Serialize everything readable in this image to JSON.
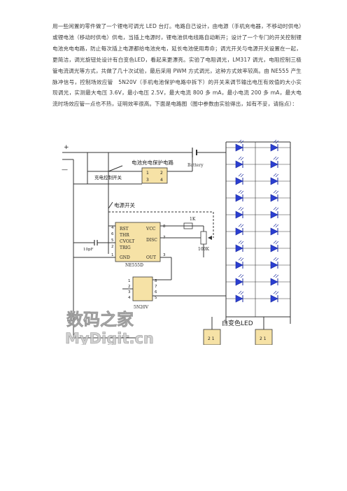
{
  "article": {
    "paragraph": "用一些闲置的零件做了一个锂电可调光 LED 台灯。电路自己设计，由电源（手机充电器，不移动时供电）或锂电池（移动时供电）供电，当插上电源时，锂电池供电线路自动断开；设计了一个专门的开关控制锂电池充电电路，防止每次插上电源都给电池充电，延长电池使用寿命；调光开关与电源开关设置在一起，更简洁，调光旋钮处设计有白变色LED，看起来更漂亮。实验了电阻调光，LM317 调光，电阻控制三极管电流调光等方式，共做了几十次试验，最后采用 PWM 方式调光，这种方式效率较高。由 NE555 产生脉冲信号，控制场效应管　5N20V（手机电池保护电路中拆下）的开关来调节输出电压有效值的大小实现调光，实测最大电压 3.6V，最小电压 2.5V，最大电流 800 多 mA，最小电流 200 多 mA，最大电流时场效应管一点也不热，证明效率很高。下面是电路图（图中参数由实验得出，如有不妥，请指点）："
  },
  "schematic": {
    "plus": "+",
    "minus": "—",
    "battery_protect": "电池充电保护电路",
    "battery": "Battery",
    "charge_switch": "充电控制开关",
    "power_switch": "电源开关",
    "pin1": "1",
    "pin2": "2",
    "pin3": "3",
    "pin4": "4",
    "ic_pins": [
      "RST",
      "THR",
      "CVOLT",
      "TRIG",
      "GND",
      "VCC",
      "DISC",
      "OUT"
    ],
    "ic_nums": [
      "4",
      "6",
      "5",
      "2",
      "1",
      "8",
      "7",
      "3"
    ],
    "ic_name": "NE555D",
    "cap": "10pF",
    "res1k": "1K",
    "pot": "100K",
    "mos_name": "5N20V",
    "mos_pins": [
      "1",
      "2",
      "3",
      "4",
      "8",
      "7",
      "6",
      "5"
    ],
    "led_label": "白变色LED",
    "led_box_left": "2\n1",
    "led_box_right": "2\n1"
  },
  "watermark": {
    "cn": "数码之家",
    "en": "MyDigit.cn"
  }
}
